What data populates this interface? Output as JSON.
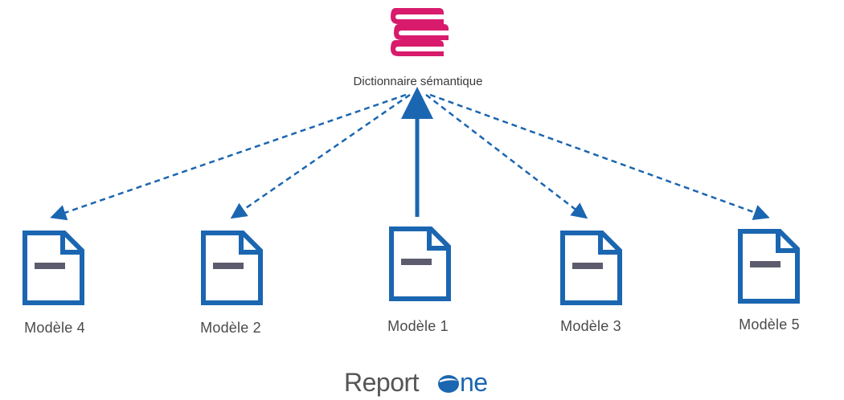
{
  "center": {
    "label": "Dictionnaire sémantique",
    "icon": "books-stack-icon",
    "icon_color": "#d81b6c"
  },
  "models": [
    {
      "label": "Modèle 4",
      "icon": "document-icon"
    },
    {
      "label": "Modèle 2",
      "icon": "document-icon"
    },
    {
      "label": "Modèle 1",
      "icon": "document-icon"
    },
    {
      "label": "Modèle 3",
      "icon": "document-icon"
    },
    {
      "label": "Modèle 5",
      "icon": "document-icon"
    }
  ],
  "colors": {
    "arrow": "#1b66b1",
    "doc_outline": "#1b66b1",
    "doc_bar": "#5c5c6e"
  },
  "logo": {
    "text": "Report",
    "suffix": "ne",
    "mark": "one-o-mark"
  }
}
